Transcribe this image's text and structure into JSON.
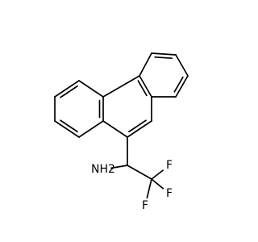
{
  "molecule": {
    "atoms": [
      {
        "id": "c1",
        "element": "C"
      },
      {
        "id": "c2",
        "element": "C"
      },
      {
        "id": "c3",
        "element": "C"
      },
      {
        "id": "c4",
        "element": "C"
      },
      {
        "id": "c4a",
        "element": "C"
      },
      {
        "id": "c8a",
        "element": "C"
      },
      {
        "id": "c5",
        "element": "C"
      },
      {
        "id": "c6",
        "element": "C"
      },
      {
        "id": "c7",
        "element": "C"
      },
      {
        "id": "c8",
        "element": "C"
      },
      {
        "id": "c9",
        "element": "C"
      },
      {
        "id": "c10",
        "element": "C"
      },
      {
        "id": "c10a",
        "element": "C"
      },
      {
        "id": "c4b",
        "element": "C"
      },
      {
        "id": "ch",
        "element": "C"
      },
      {
        "id": "cf3",
        "element": "C"
      },
      {
        "id": "n",
        "element": "N",
        "label": "NH2"
      },
      {
        "id": "f1",
        "element": "F",
        "label": "F"
      },
      {
        "id": "f2",
        "element": "F",
        "label": "F"
      },
      {
        "id": "f3",
        "element": "F",
        "label": "F"
      }
    ],
    "bonds": [
      {
        "from": "c1",
        "to": "c2",
        "order": 2
      },
      {
        "from": "c2",
        "to": "c3",
        "order": 1
      },
      {
        "from": "c3",
        "to": "c4",
        "order": 2
      },
      {
        "from": "c4",
        "to": "c4a",
        "order": 1
      },
      {
        "from": "c4a",
        "to": "c8a",
        "order": 2
      },
      {
        "from": "c8a",
        "to": "c1",
        "order": 1
      },
      {
        "from": "c8a",
        "to": "c9",
        "order": 1
      },
      {
        "from": "c9",
        "to": "c10",
        "order": 2
      },
      {
        "from": "c10",
        "to": "c10a",
        "order": 1
      },
      {
        "from": "c10a",
        "to": "c4b",
        "order": 2
      },
      {
        "from": "c4b",
        "to": "c4a",
        "order": 1
      },
      {
        "from": "c4b",
        "to": "c5",
        "order": 1
      },
      {
        "from": "c5",
        "to": "c6",
        "order": 2
      },
      {
        "from": "c6",
        "to": "c7",
        "order": 1
      },
      {
        "from": "c7",
        "to": "c8",
        "order": 2
      },
      {
        "from": "c8",
        "to": "c10a",
        "order": 1
      },
      {
        "from": "c10",
        "to": "ch",
        "order": 1
      },
      {
        "from": "ch",
        "to": "n",
        "order": 1
      },
      {
        "from": "ch",
        "to": "cf3",
        "order": 1
      },
      {
        "from": "cf3",
        "to": "f1",
        "order": 1
      },
      {
        "from": "cf3",
        "to": "f2",
        "order": 1
      },
      {
        "from": "cf3",
        "to": "f3",
        "order": 1
      }
    ]
  }
}
